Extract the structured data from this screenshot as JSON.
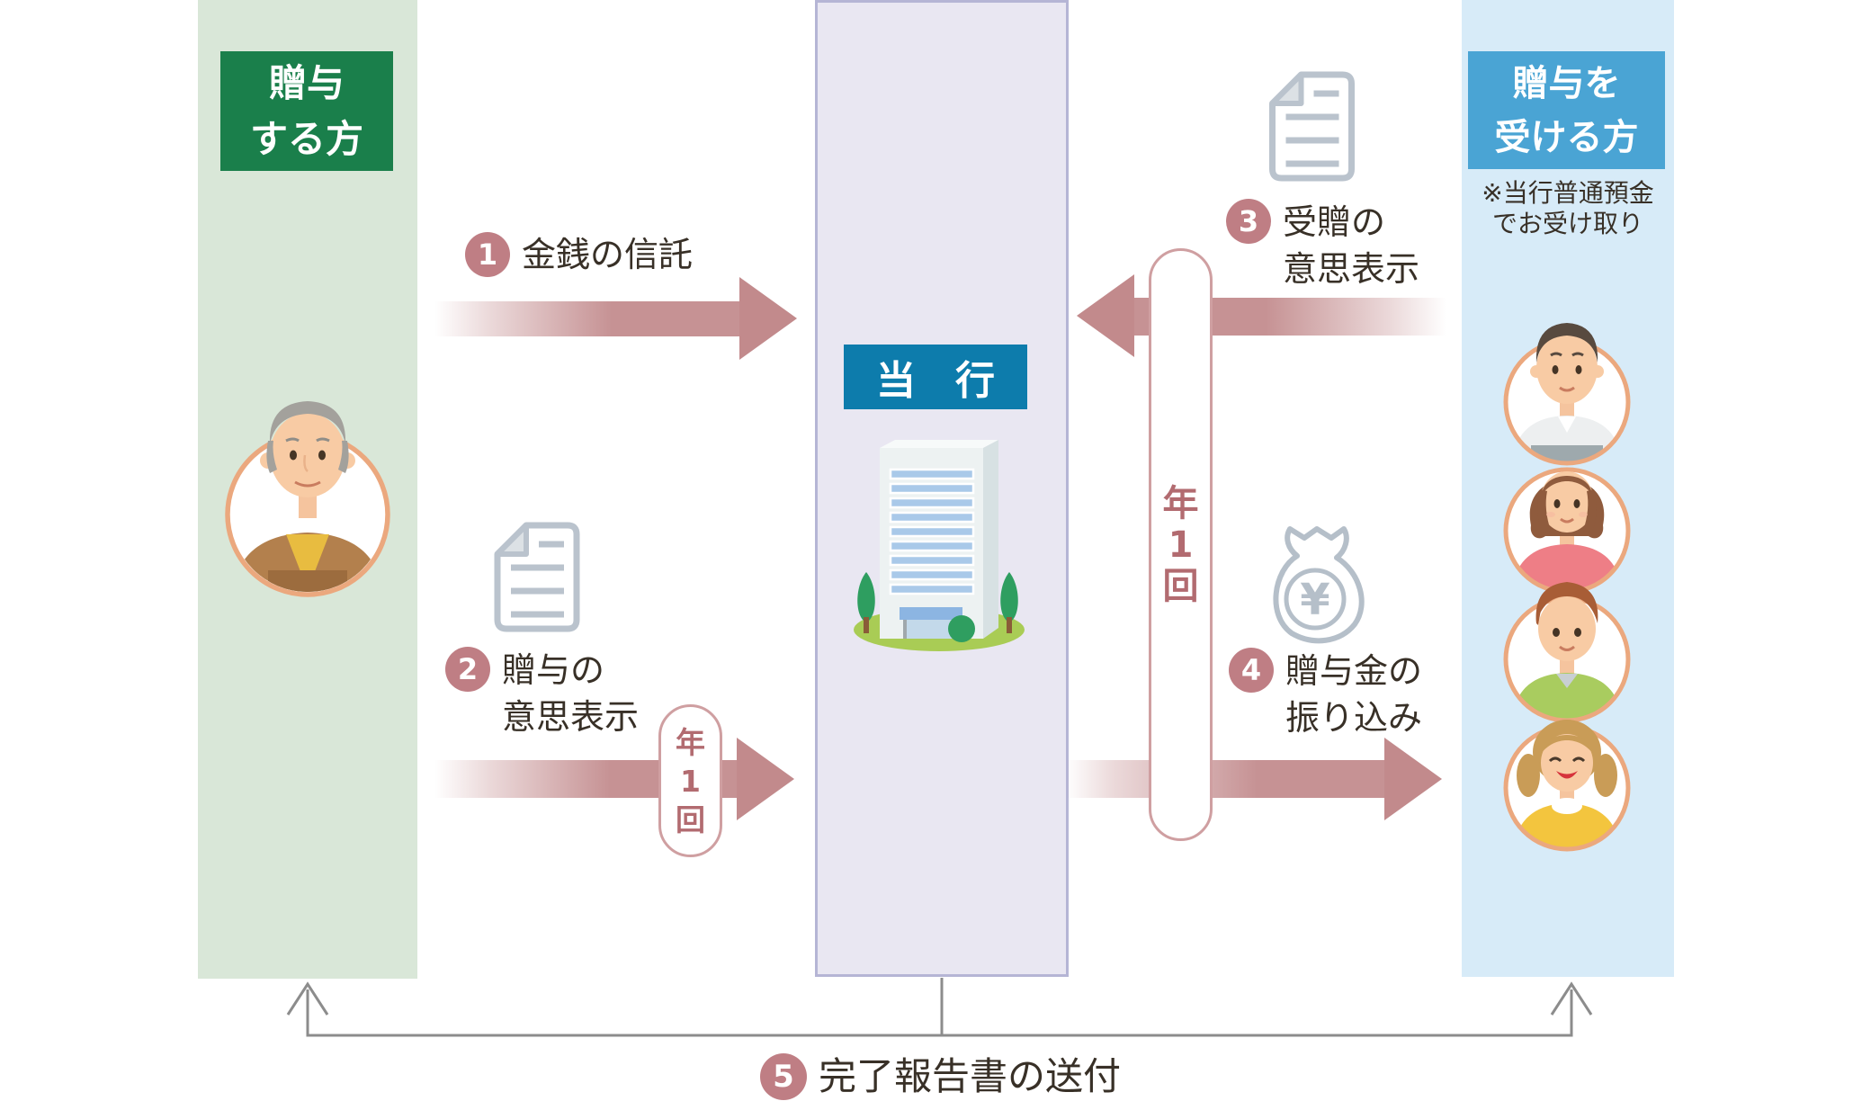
{
  "palette": {
    "rose": "#c69294",
    "rose_head": "#c28a8c",
    "rose_deep": "#bf7e84",
    "rose_text": "#b26b70",
    "rose_border": "#cf9fa1",
    "green_col": "#d9e7d8",
    "green_header": "#1a7f4b",
    "lav_col": "#e9e7f2",
    "lav_border": "#b5b5d5",
    "teal_header": "#0d7cac",
    "blue_col": "#d7ebf8",
    "blue_header": "#4aa4d4",
    "gray_line": "#8c8c8c",
    "icon_gray": "#bac3cd",
    "text_dark": "#383027"
  },
  "giver": {
    "header_line1": "贈与",
    "header_line2": "する方"
  },
  "bank": {
    "header": "当　行"
  },
  "receiver": {
    "header_line1": "贈与を",
    "header_line2": "受ける方",
    "note_line1": "※当行普通預金",
    "note_line2": "でお受け取り"
  },
  "steps": [
    {
      "num": "1",
      "line1": "金銭の信託"
    },
    {
      "num": "2",
      "line1": "贈与の",
      "line2": "意思表示"
    },
    {
      "num": "3",
      "line1": "受贈の",
      "line2": "意思表示"
    },
    {
      "num": "4",
      "line1": "贈与金の",
      "line2": "振り込み"
    },
    {
      "num": "5",
      "line1": "完了報告書の送付"
    }
  ],
  "annual_badge_left": {
    "char1": "年",
    "char2": "1",
    "char3": "回"
  },
  "annual_badge_right": {
    "char1": "年",
    "char2": "1",
    "char3": "回"
  },
  "money_bag": {
    "symbol": "¥"
  }
}
